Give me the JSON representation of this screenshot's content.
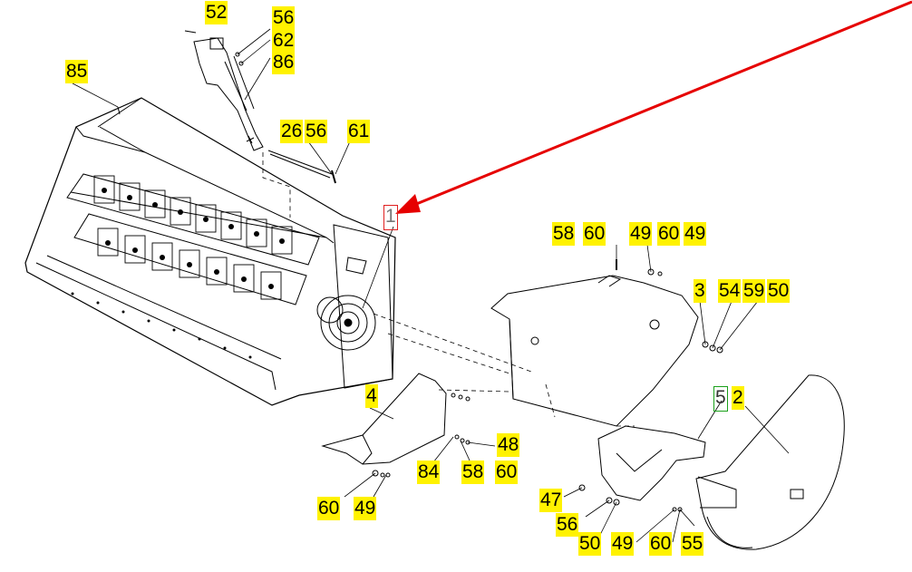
{
  "diagram": {
    "callouts": {
      "c52": "52",
      "c56a": "56",
      "c62": "62",
      "c86": "86",
      "c85": "85",
      "c26": "26",
      "c56b": "56",
      "c61": "61",
      "c1": "1",
      "c58a": "58",
      "c60a": "60",
      "c49a": "49",
      "c60b": "60",
      "c49b": "49",
      "c3": "3",
      "c54": "54",
      "c59": "59",
      "c50a": "50",
      "c4": "4",
      "c48": "48",
      "c84": "84",
      "c58b": "58",
      "c60c": "60",
      "c60d": "60",
      "c49c": "49",
      "c5": "5",
      "c2": "2",
      "c47": "47",
      "c56c": "56",
      "c50b": "50",
      "c49d": "49",
      "c60e": "60",
      "c55": "55"
    },
    "highlight_color": "#fff200",
    "arrow_color": "#e60000",
    "line_color": "#000000"
  }
}
